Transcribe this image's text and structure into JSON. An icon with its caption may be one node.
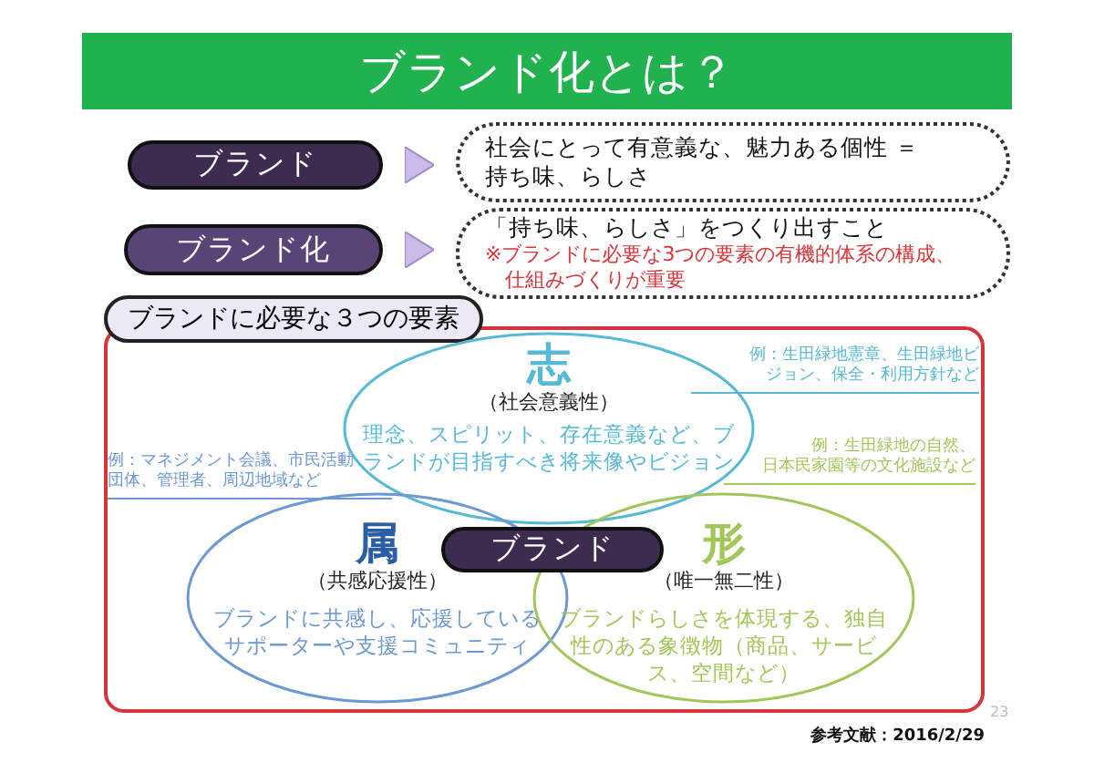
{
  "diagram": {
    "title": "ブランド化とは？",
    "nodes": [
      {
        "text": [
          "ブランド"
        ]
      },
      {
        "text": [
          "社会にとって有意義な、魅力ある個性 ＝持ち味、らしさ"
        ]
      },
      {
        "text": [
          "ブランド化"
        ]
      },
      {
        "text": [
          "「持ち味、らしさ」をつくり出すこと",
          "※ブランドに必要な3つの要素の有機的体系の構成、仕組みづくりが重要"
        ]
      },
      {
        "text": [
          "ブランドに必要な３つの要素"
        ]
      },
      {
        "text": [
          "志",
          "（社会意義性）",
          "理念、スピリット、存在意義など、ブランドが目指すべき将来像やビジョン"
        ],
        "in": 4,
        "beside": [
          "例：生田緑地憲章、生田緑地ビジョン、保全・利用方針など"
        ]
      },
      {
        "text": [
          "属",
          "（共感応援性）",
          "ブランドに共感し、応援しているサポーターや支援コミュニティ"
        ],
        "in": 4,
        "beside": [
          "例：マネジメント会議、市民活動団体、管理者、周辺地域など"
        ]
      },
      {
        "text": [
          "形",
          "（唯一無二性）",
          "ブランドらしさを体現する、独自性のある象徴物（商品、サービス、空間など）"
        ],
        "in": 4,
        "beside": [
          "例：生田緑地の自然、日本民家園等の文化施設など"
        ]
      },
      {
        "text": [
          "ブランド"
        ],
        "in": 4
      }
    ],
    "edges": [
      {
        "from": 0,
        "to": 1,
        "arrow": "to"
      },
      {
        "from": 2,
        "to": 3,
        "arrow": "to"
      }
    ],
    "labels": [
      "23",
      "参考文献：2016/2/29"
    ]
  }
}
